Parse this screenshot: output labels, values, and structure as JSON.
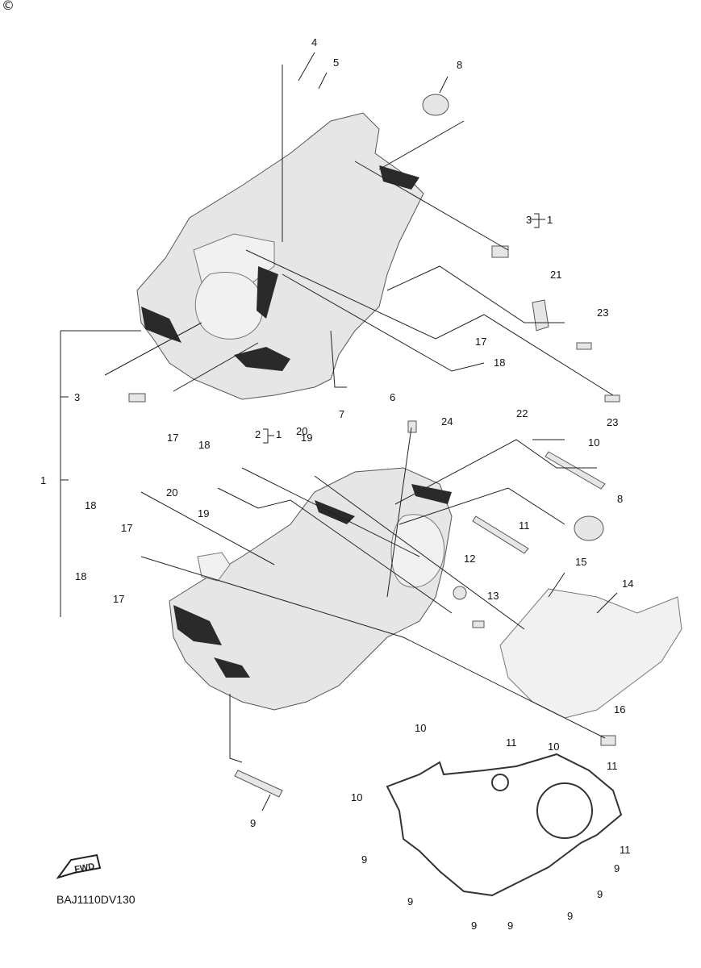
{
  "copyright_mark": "©",
  "diagram_code": "BAJ1110DV130",
  "fwd_label": "FWD",
  "callouts": {
    "c1": "1",
    "c3_left": "3",
    "c3_right": "3",
    "c3_right_ref": "1",
    "c2": "2",
    "c2_ref": "1",
    "c4": "4",
    "c5": "5",
    "c6": "6",
    "c7": "7",
    "c8_top": "8",
    "c8_mid": "8",
    "c9_a": "9",
    "c9_b": "9",
    "c9_c": "9",
    "c9_d": "9",
    "c9_e": "9",
    "c9_f": "9",
    "c9_g": "9",
    "c9_h": "9",
    "c10_a": "10",
    "c10_b": "10",
    "c10_c": "10",
    "c10_d": "10",
    "c11_a": "11",
    "c11_b": "11",
    "c11_c": "11",
    "c11_d": "11",
    "c12": "12",
    "c13": "13",
    "c14": "14",
    "c15": "15",
    "c16": "16",
    "c17_a": "17",
    "c17_b": "17",
    "c17_c": "17",
    "c17_d": "17",
    "c18_a": "18",
    "c18_b": "18",
    "c18_c": "18",
    "c18_d": "18",
    "c19_a": "19",
    "c19_b": "19",
    "c20_a": "20",
    "c20_b": "20",
    "c21": "21",
    "c22": "22",
    "c23_a": "23",
    "c23_b": "23",
    "c24": "24"
  }
}
